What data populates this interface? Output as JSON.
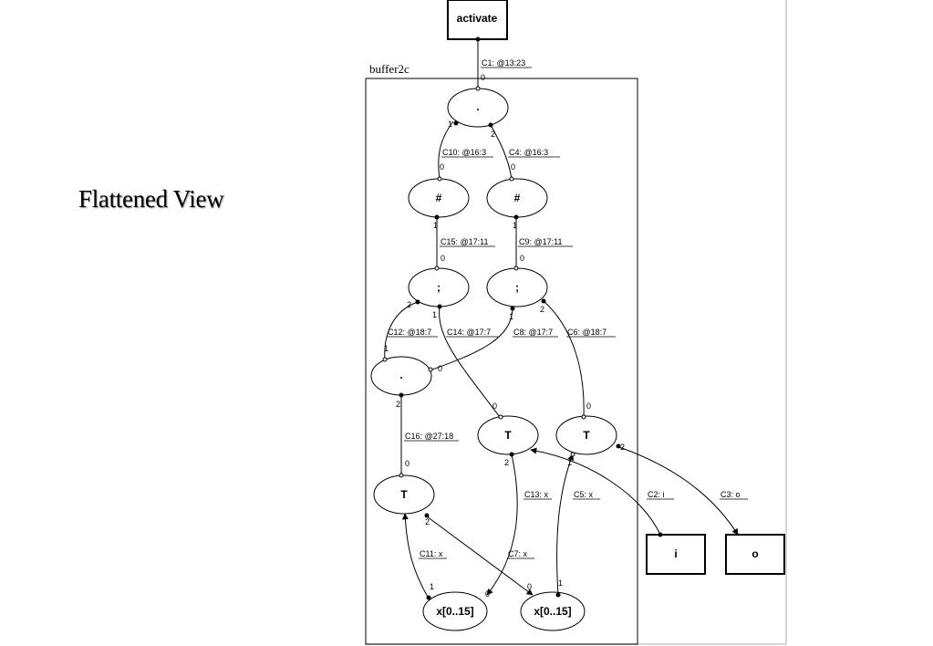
{
  "heading": "Flattened View",
  "group_label": "buffer2c",
  "nodes": {
    "activate": "activate",
    "dot_top": ".",
    "hash_left": "#",
    "hash_right": "#",
    "semi_left": ";",
    "semi_right": ";",
    "dot_mid": ".",
    "t_center": "T",
    "t_right": "T",
    "t_bottom": "T",
    "x_left": "x[0..15]",
    "x_right": "x[0..15]",
    "in_i": "i",
    "out_o": "o"
  },
  "edges": {
    "c1": "C1: @13:23",
    "c10": "C10: @16:3",
    "c4": "C4: @16:3",
    "c15": "C15: @17:11",
    "c9": "C9: @17:11",
    "c12": "C12: @18:7",
    "c14": "C14: @17:7",
    "c8": "C8: @17:7",
    "c6": "C6: @18:7",
    "c16": "C16: @27:18",
    "c13": "C13: x",
    "c5": "C5: x",
    "c2": "C2: i",
    "c3": "C3: o",
    "c11": "C11: x",
    "c7": "C7: x"
  },
  "ports": {
    "p0": "0",
    "p1": "1",
    "p2": "2"
  }
}
